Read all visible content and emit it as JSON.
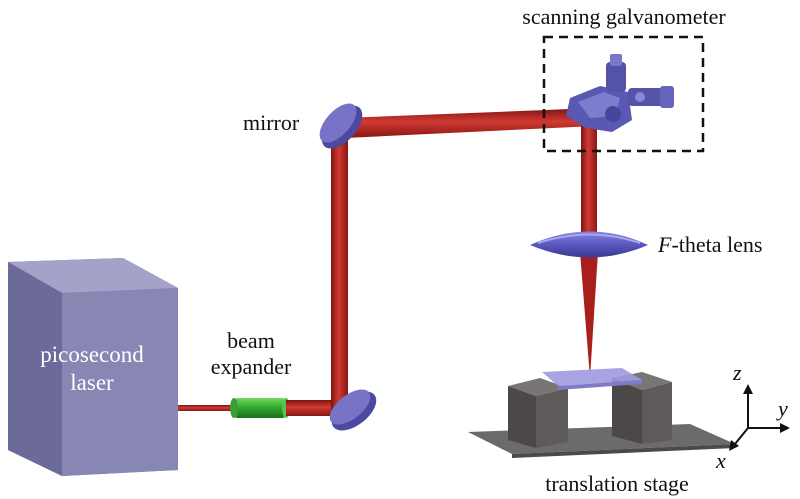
{
  "labels": {
    "scanning_galvanometer": "scanning galvanometer",
    "mirror": "mirror",
    "f_theta_italic": "F",
    "f_theta_rest": "-theta lens",
    "beam": "beam",
    "expander": "expander",
    "picosecond": "picosecond",
    "laser": "laser",
    "translation_stage": "translation stage"
  },
  "axes": {
    "z": "z",
    "y": "y",
    "x": "x"
  },
  "colors": {
    "beam": "#b8231f",
    "laser_box": "#8483ad",
    "mirror": "#6f6db8",
    "expander": "#2fa52f",
    "stage_plate": "#6b6b6b",
    "stage_block": "#5b5656",
    "sample": "#9e9ae0"
  }
}
